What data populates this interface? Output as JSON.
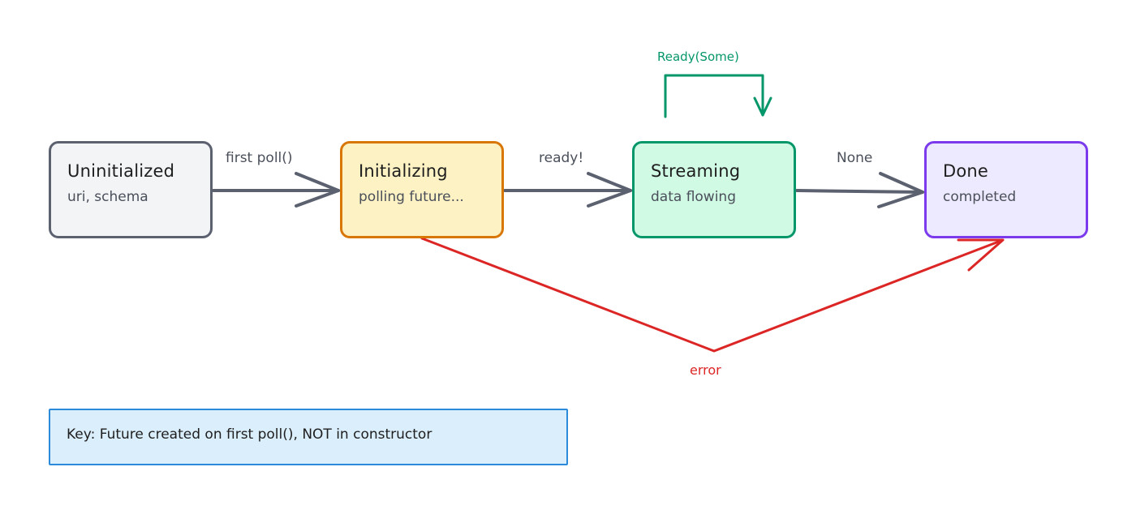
{
  "states": {
    "uninitialized": {
      "title": "Uninitialized",
      "subtitle": "uri, schema"
    },
    "initializing": {
      "title": "Initializing",
      "subtitle": "polling future..."
    },
    "streaming": {
      "title": "Streaming",
      "subtitle": "data flowing"
    },
    "done": {
      "title": "Done",
      "subtitle": "completed"
    }
  },
  "transitions": {
    "first_poll": "first poll()",
    "ready": "ready!",
    "none": "None",
    "ready_some": "Ready(Some)",
    "error": "error"
  },
  "note": {
    "text": "Key: Future created on first poll(), NOT in constructor"
  },
  "colors": {
    "edge": "#5c6170",
    "error": "#dc2626",
    "loop": "#059669",
    "uninitialized_fill": "#f3f4f6",
    "initializing_fill": "#fdf2c4",
    "initializing_border": "#d97706",
    "streaming_fill": "#d1fae5",
    "streaming_border": "#059669",
    "done_fill": "#ede9fe",
    "done_border": "#7c3aed",
    "note_fill": "#dbeefb",
    "note_border": "#2b8ad9"
  }
}
